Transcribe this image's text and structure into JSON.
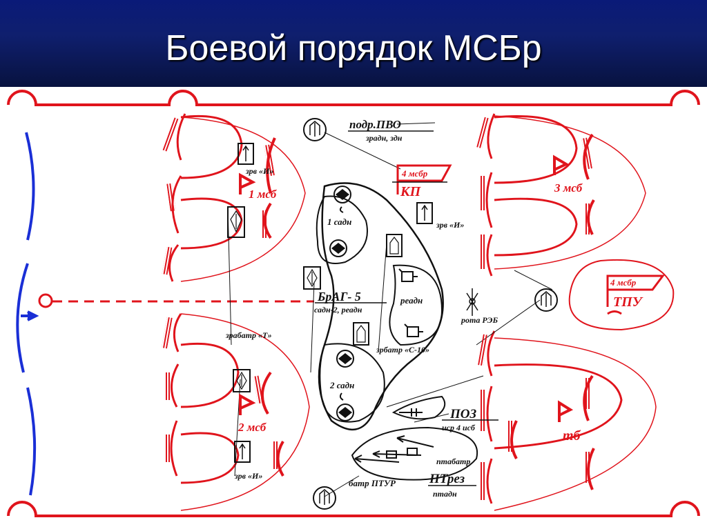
{
  "slide": {
    "title": "Боевой порядок МСБр"
  },
  "diagram": {
    "labels": {
      "podr_pvo": "подр.ПВО",
      "zradn_zdn": "зрадн, здн",
      "kp_unit": "4 мсбр",
      "kp": "КП",
      "zrv_i_top": "зрв «И»",
      "msb1": "1 мсб",
      "sadn1": "1 садн",
      "zrv_i_mid": "зрв «И»",
      "msb3": "3 мсб",
      "brag": "БрАГ- 5",
      "brag_sub": "садн-2, реадн",
      "readn": "реадн",
      "rota_reb": "рота РЭБ",
      "tpu_unit": "4 мсбр",
      "tpu": "ТПУ",
      "zrabatr_t": "зрабатр «Т»",
      "zrbatr_s10": "зрбатр «С-10»",
      "sadn2": "2 садн",
      "msb2": "2 мсб",
      "poz": "ПОЗ",
      "isr": "иср 4 исб",
      "ptabatr": "птабатр",
      "tb": "тб",
      "zrv_i_bottom": "зрв «И»",
      "batr_ptur": "батр ПТУР",
      "ptrez": "ПТрез",
      "ptadn": "птадн"
    },
    "colors": {
      "friendly": "#e0141c",
      "enemy": "#1a2fd6",
      "support": "#111111",
      "header_bg": "#0f1f6e"
    }
  }
}
